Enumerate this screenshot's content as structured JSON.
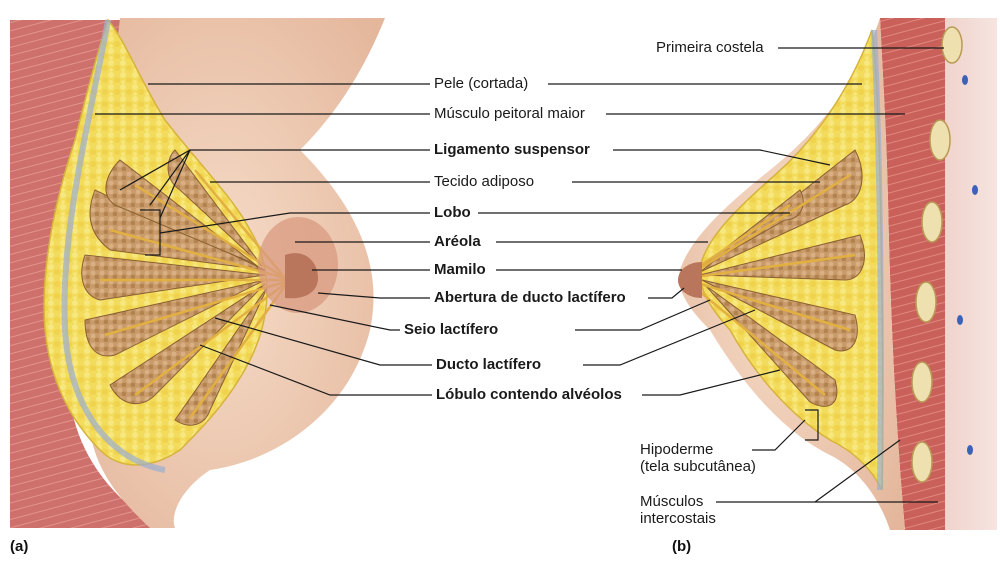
{
  "panels": {
    "a": "(a)",
    "b": "(b)"
  },
  "labels": {
    "pele": "Pele (cortada)",
    "musculo_peitoral": "Músculo peitoral maior",
    "ligamento": "Ligamento suspensor",
    "tecido_adiposo": "Tecido adiposo",
    "lobo": "Lobo",
    "areola": "Aréola",
    "mamilo": "Mamilo",
    "abertura": "Abertura de ducto lactífero",
    "seio": "Seio lactífero",
    "ducto": "Ducto lactífero",
    "lobulo": "Lóbulo contendo alvéolos",
    "primeira_costela": "Primeira costela",
    "hipoderme_1": "Hipoderme",
    "hipoderme_2": "(tela subcutânea)",
    "musculos_1": "Músculos",
    "musculos_2": "intercostais"
  },
  "colors": {
    "skin": "#f2d3bd",
    "skin_shadow": "#e3b59a",
    "muscle": "#c9605a",
    "muscle_light": "#e6a39c",
    "fat": "#f3db5c",
    "fat_dark": "#dcbc3a",
    "lobe": "#c99b6a",
    "lobe_dark": "#a87846",
    "duct": "#e2b040",
    "areola": "#c98a72",
    "leader": "#1a1a1a"
  }
}
